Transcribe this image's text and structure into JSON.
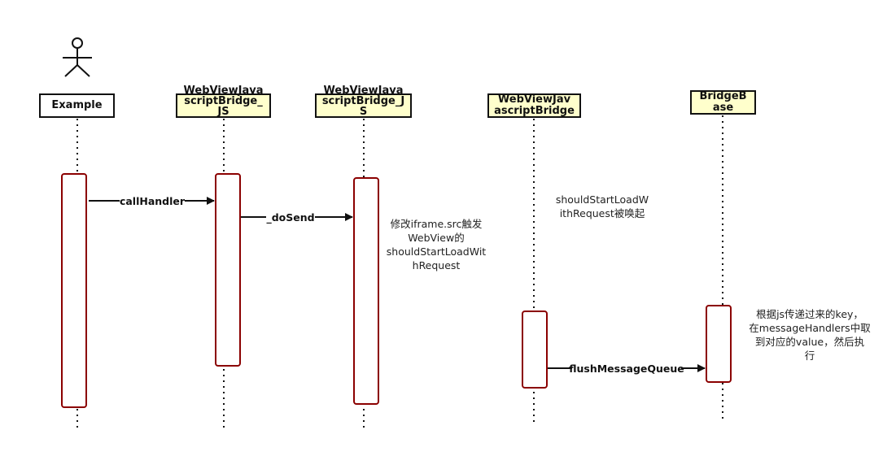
{
  "participants": {
    "example": "Example",
    "js1_line1": "WebViewJava",
    "js1_line2": "scriptBridge_",
    "js1_line3": "JS",
    "js2_line1": "WebViewJava",
    "js2_line2": "scriptBridge_J",
    "js2_line3": "S",
    "native_line1": "WebViewJav",
    "native_line2": "ascriptBridge",
    "base_line1": "BridgeB",
    "base_line2": "ase"
  },
  "messages": {
    "call_handler": "callHandler",
    "do_send": "_doSend",
    "flush_message_queue": "flushMessageQueue"
  },
  "notes": {
    "iframe_line1": "修改iframe.src触发",
    "iframe_line2": "WebView的",
    "iframe_line3": "shouldStartLoadWit",
    "iframe_line4": "hRequest",
    "invoked_line1": "shouldStartLoadW",
    "invoked_line2": "ithRequest被唤起",
    "key_line1": "根据js传递过来的key，",
    "key_line2": "在messageHandlers中取",
    "key_line3": "到对应的value，然后执",
    "key_line4": "行"
  },
  "colors": {
    "activation_border": "#8b0000",
    "participant_fill": "#ffffcc",
    "line": "#111111"
  }
}
